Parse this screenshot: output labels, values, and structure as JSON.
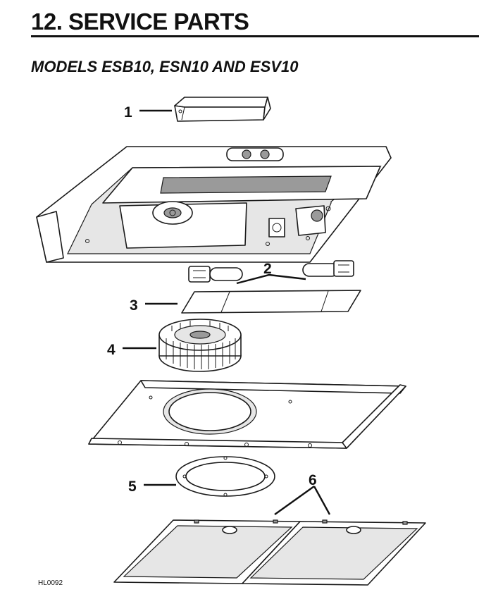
{
  "header": {
    "title": "12. SERVICE PARTS",
    "subtitle": "MODELS ESB10, ESN10 AND ESV10"
  },
  "diagram": {
    "callouts": [
      "1",
      "2",
      "3",
      "4",
      "5",
      "6"
    ],
    "figure_code": "HL0092"
  }
}
